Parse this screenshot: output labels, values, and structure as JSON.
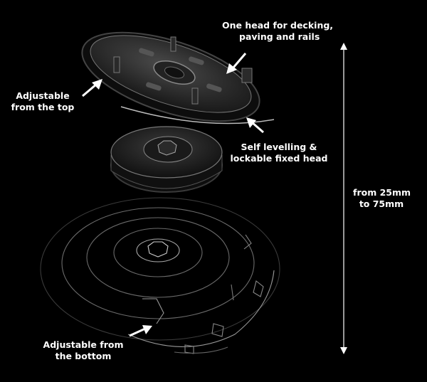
{
  "labels": {
    "decking": [
      "One head for decking,",
      "paving and rails"
    ],
    "top": [
      "Adjustable",
      "from the top"
    ],
    "self_levelling": [
      "Self levelling &",
      "lockable fixed head"
    ],
    "range": [
      "from 25mm",
      "to 75mm"
    ],
    "bottom": [
      "Adjustable from",
      "the bottom"
    ]
  },
  "colors": {
    "background": "#000000",
    "text": "#ffffff",
    "part_dark": "#151515",
    "part_mid": "#3a3a3a",
    "edge": "#8a8a8a"
  }
}
